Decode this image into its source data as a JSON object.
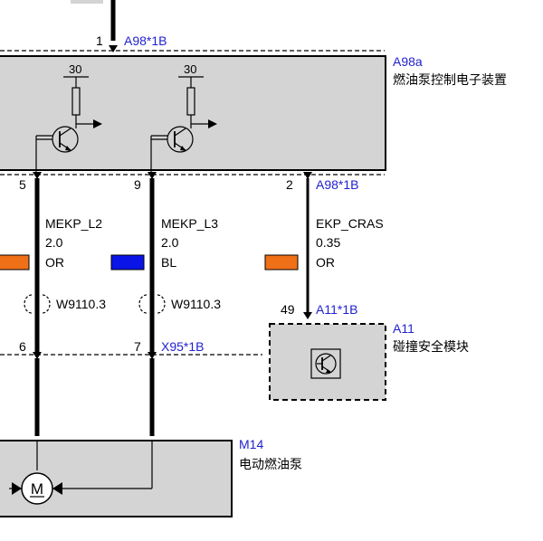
{
  "colors": {
    "wire": "#000000",
    "box_fill": "#d4d4d4",
    "label_blue": "#1f1fd0",
    "or_swatch": "#f07018",
    "bl_swatch": "#0a14e6"
  },
  "connector_top": {
    "pin": "1",
    "label": "A98*1B"
  },
  "ecu": {
    "id": "A98a",
    "name": "燃油泵控制电子装置",
    "supply_left": "30",
    "supply_right": "30"
  },
  "ecu_pins": {
    "pin5": "5",
    "pin9": "9",
    "pin2": "2",
    "connector": "A98*1B"
  },
  "wires": {
    "w1": {
      "name": "MEKP_L2",
      "size": "2.0",
      "color": "OR",
      "shield": "W9110.3"
    },
    "w2": {
      "name": "MEKP_L3",
      "size": "2.0",
      "color": "BL",
      "shield": "W9110.3"
    },
    "w3": {
      "name": "EKP_CRAS",
      "size": "0.35",
      "color": "OR"
    }
  },
  "crash_module": {
    "pin": "49",
    "connector": "A11*1B",
    "id": "A11",
    "name": "碰撞安全模块"
  },
  "lower_connector": {
    "pin6": "6",
    "pin7": "7",
    "connector": "X95*1B"
  },
  "pump": {
    "id": "M14",
    "name": "电动燃油泵",
    "symbol": "M"
  }
}
